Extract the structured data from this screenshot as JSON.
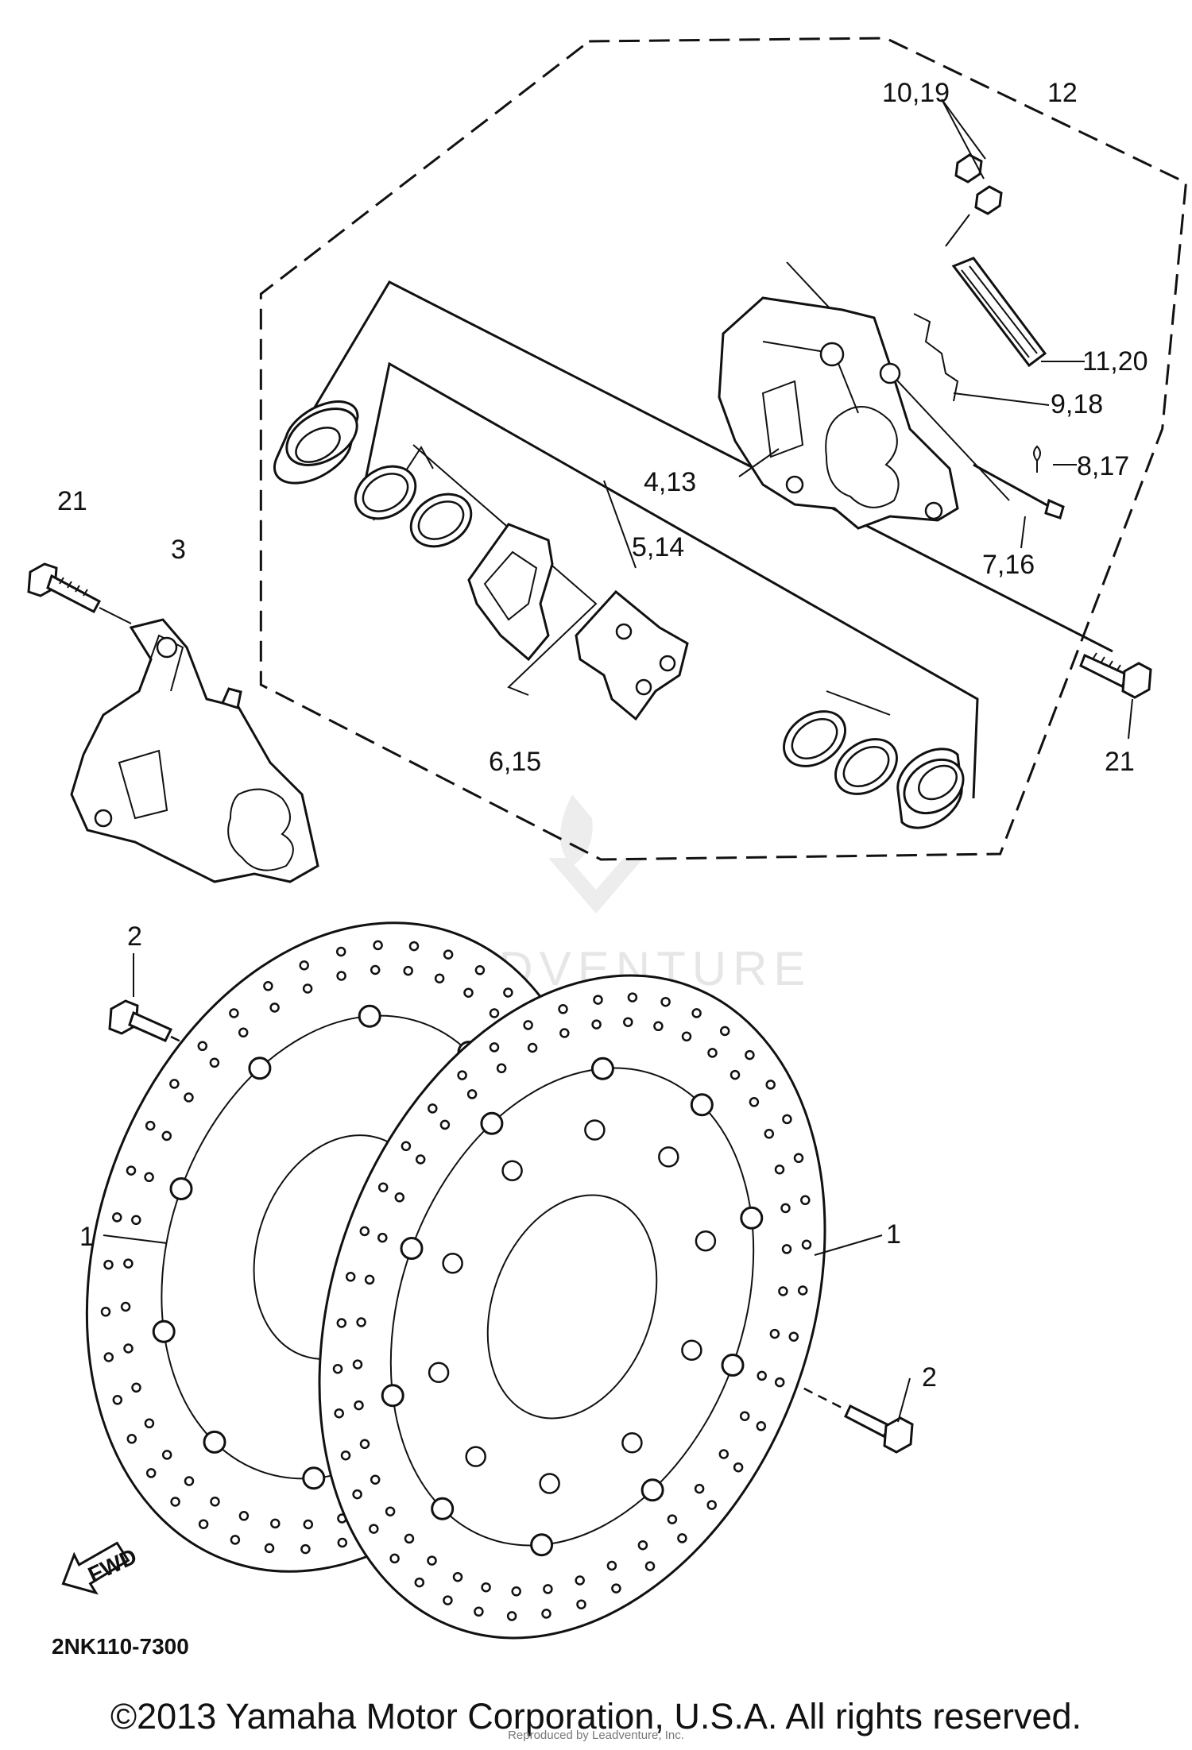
{
  "diagram": {
    "part_labels": {
      "p1_left": "1",
      "p1_right": "1",
      "p2_top": "2",
      "p2_bottom": "2",
      "p3": "3",
      "p4_13": "4,13",
      "p5_14": "5,14",
      "p6_15": "6,15",
      "p7_16": "7,16",
      "p8_17": "8,17",
      "p9_18": "9,18",
      "p10_19": "10,19",
      "p11_20": "11,20",
      "p12": "12",
      "p21_left": "21",
      "p21_right": "21"
    },
    "fwd_label": "FWD",
    "diagram_code": "2NK110-7300",
    "watermark": "LEADVENTURE",
    "copyright": "©2013 Yamaha Motor Corporation, U.S.A. All rights reserved.",
    "reproduced_by": "Reproduced by Leadventure, Inc."
  }
}
